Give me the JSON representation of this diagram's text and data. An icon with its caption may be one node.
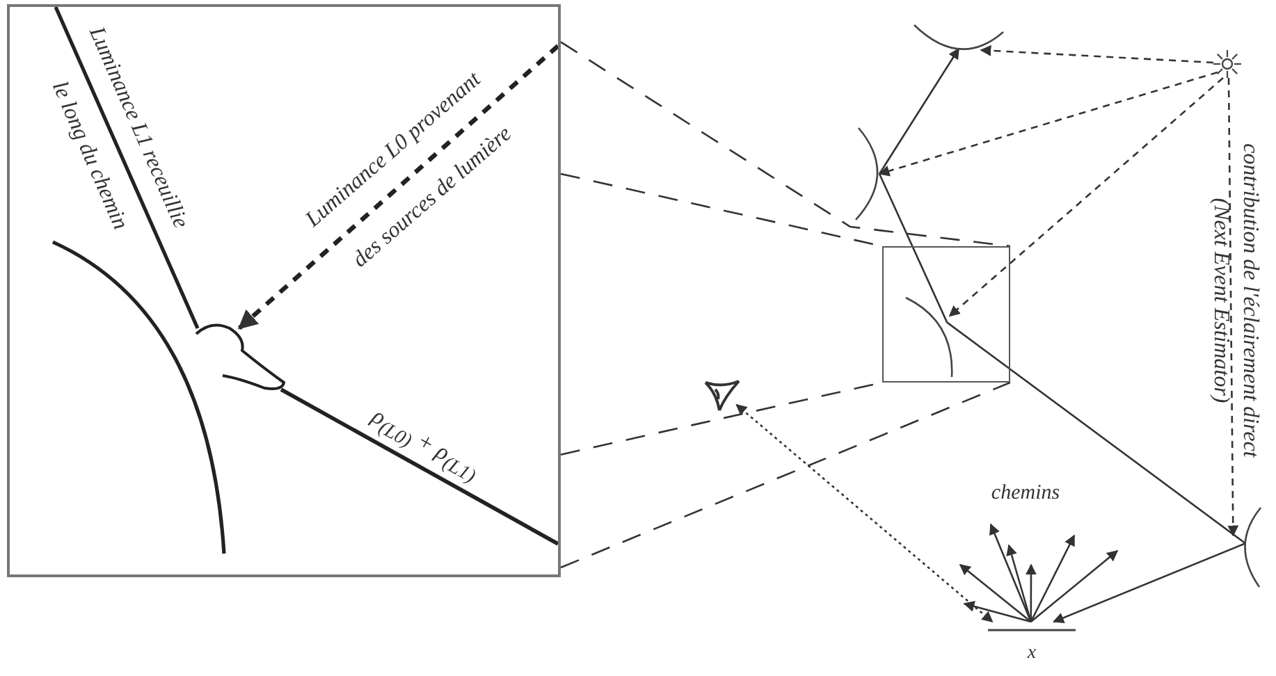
{
  "diagram": {
    "nodes": [
      {
        "text": [],
        "shape": "box"
      },
      {
        "text": [],
        "shape": "arc"
      },
      {
        "text": [],
        "shape": "star"
      },
      {
        "text": [],
        "shape": "arc"
      },
      {
        "text": [],
        "shape": "box"
      },
      {
        "text": [],
        "shape": "arc",
        "in": 4
      },
      {
        "text": [],
        "shape": "eye"
      },
      {
        "text": [],
        "shape": "arc"
      },
      {
        "text": [],
        "shape": "line",
        "beside": [
          "x"
        ]
      }
    ],
    "edges": [
      {
        "from": 0,
        "to": 4,
        "arrow": "none",
        "style": "dashed"
      },
      {
        "from": 0,
        "to": 4,
        "arrow": "none",
        "style": "dashed"
      },
      {
        "from": 0,
        "to": 4,
        "arrow": "none",
        "style": "dashed"
      },
      {
        "from": 0,
        "to": 4,
        "arrow": "none",
        "style": "dashed"
      },
      {
        "from": 2,
        "to": 1,
        "arrow": "to",
        "style": "dashed"
      },
      {
        "from": 2,
        "to": 3,
        "arrow": "to",
        "style": "dashed"
      },
      {
        "from": 2,
        "to": 5,
        "arrow": "to",
        "style": "dashed"
      },
      {
        "from": 2,
        "to": 7,
        "arrow": "to",
        "style": "dashed"
      },
      {
        "from": 7,
        "to": 8,
        "arrow": "to"
      },
      {
        "from": 5,
        "to": 7,
        "arrow": "none"
      },
      {
        "from": 3,
        "to": 5,
        "arrow": "none"
      },
      {
        "from": 3,
        "to": 1,
        "arrow": "to"
      },
      {
        "from": 6,
        "to": 8,
        "arrow": "both",
        "style": "dashed"
      },
      {
        "from": 8,
        "to": null,
        "arrow": "to"
      },
      {
        "from": 8,
        "to": null,
        "arrow": "to"
      },
      {
        "from": 8,
        "to": null,
        "arrow": "to"
      },
      {
        "from": 8,
        "to": null,
        "arrow": "to"
      },
      {
        "from": 8,
        "to": null,
        "arrow": "to"
      },
      {
        "from": 8,
        "to": null,
        "arrow": "to"
      },
      {
        "from": 8,
        "to": null,
        "arrow": "to"
      }
    ],
    "labels": [
      "Luminance L1 receuillie",
      "le long du chemin",
      "Luminance L0 provenant",
      "des sources de lumière",
      "ρ$_{(L0)}$ + ρ$_{(L1)}$",
      "chemins",
      "contribution de l'éclairement direct",
      "(Next Event Estimator)"
    ]
  }
}
